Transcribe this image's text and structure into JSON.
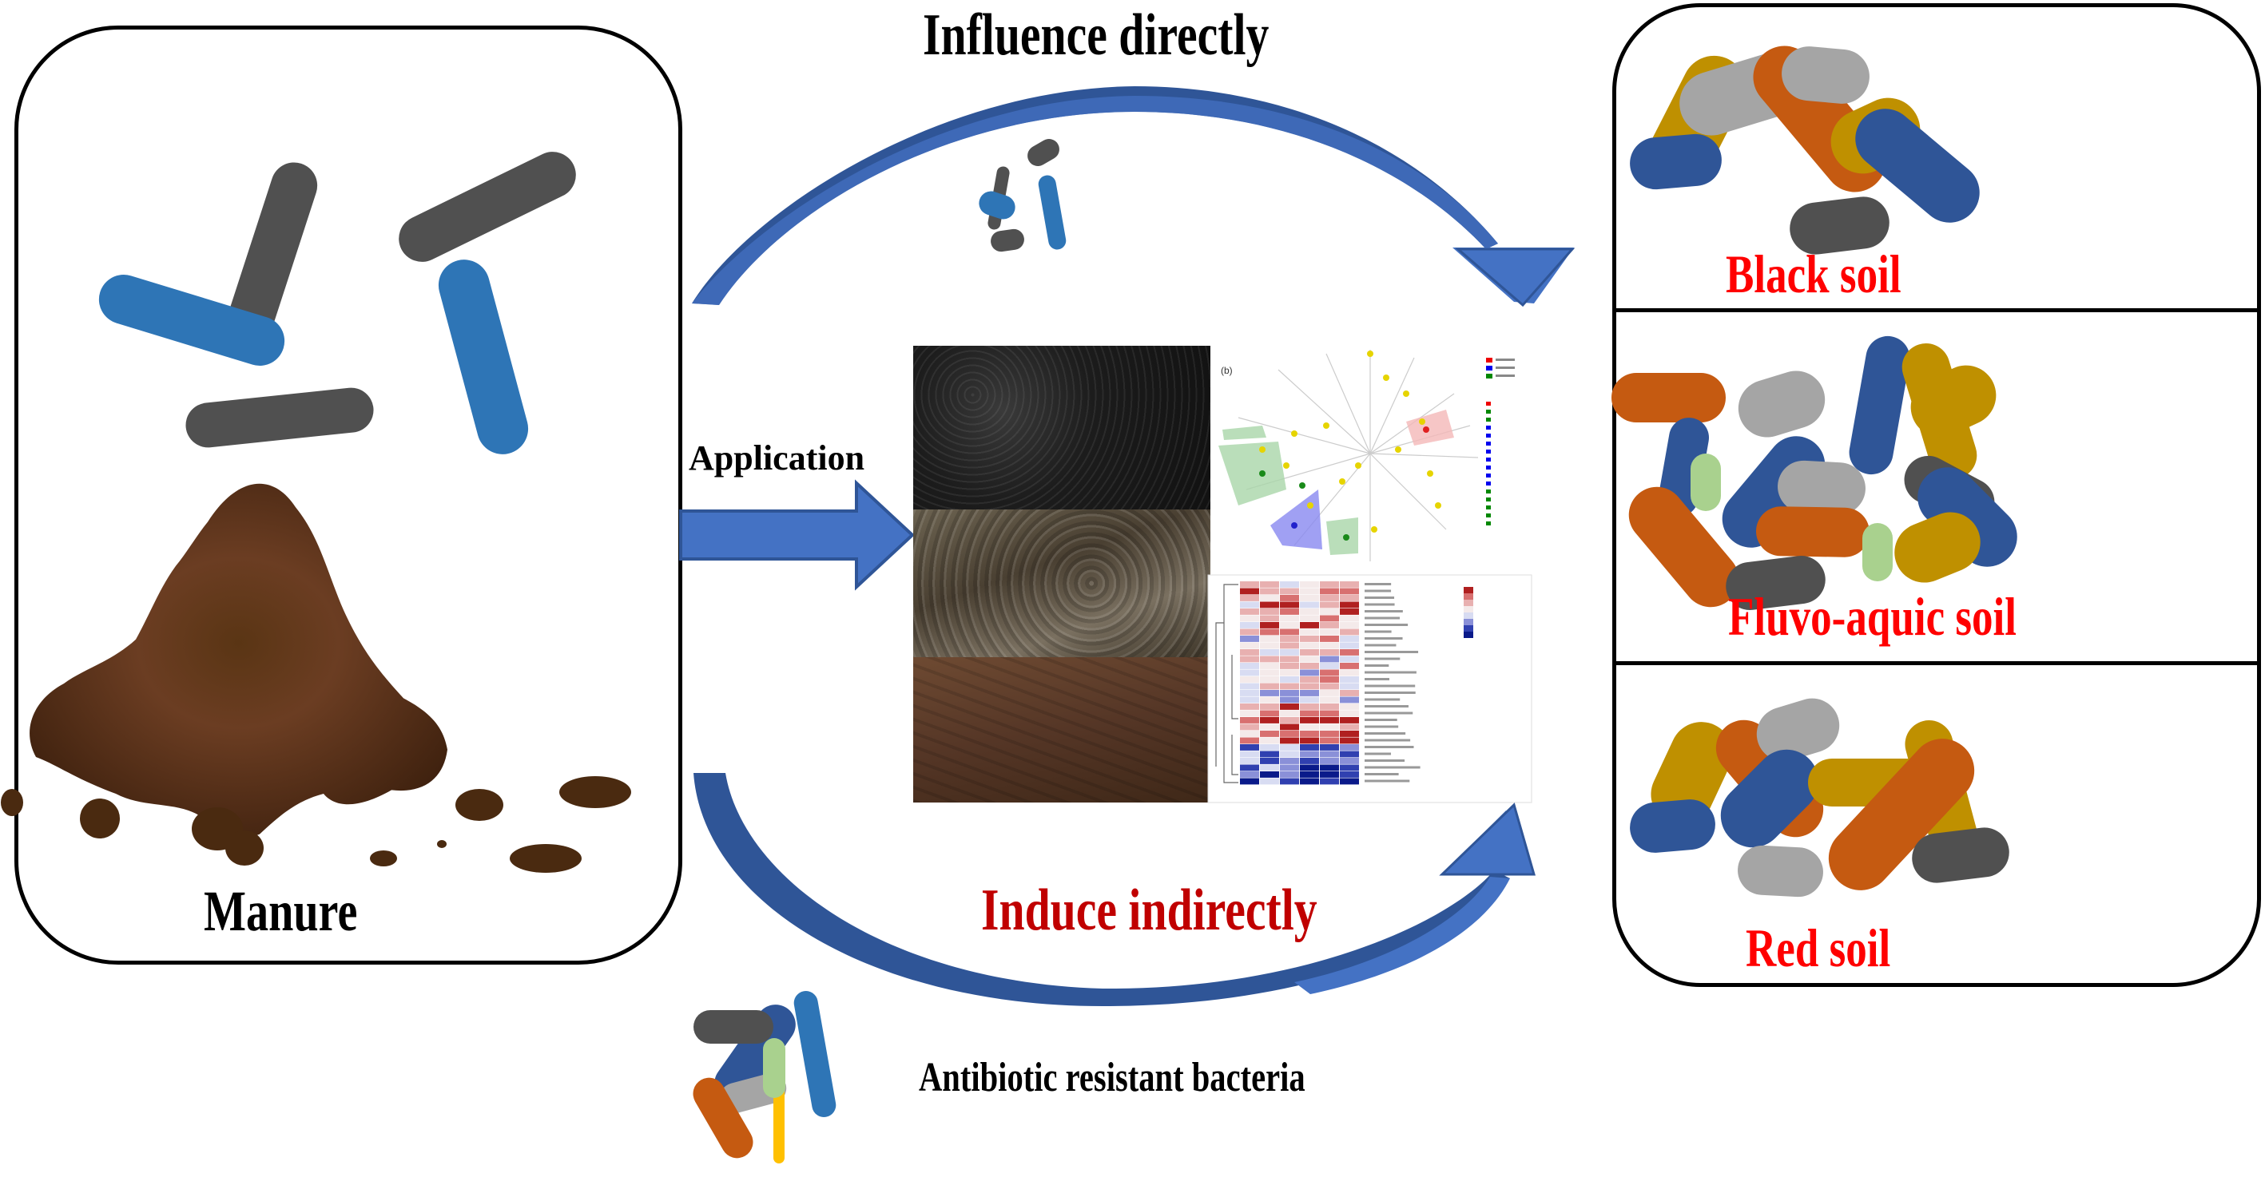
{
  "colors": {
    "arrow_blue": "#4472C4",
    "arrow_blue_dark": "#2F5597",
    "bacteria_blue": "#2E75B6",
    "bacteria_navy": "#2F5597",
    "bacteria_dark_gray": "#505050",
    "bacteria_light_gray": "#A5A5A5",
    "bacteria_orange": "#C55A11",
    "bacteria_gold": "#BF9000",
    "bacteria_yellow": "#FFC000",
    "bacteria_green": "#A9D18E",
    "manure_brown": "#4A2A15",
    "soil_label_red": "#FF0000",
    "induce_label_red": "#C00000",
    "text_black": "#000000"
  },
  "manure_panel": {
    "label": "Manure"
  },
  "top_arrow": {
    "label": "Influence directly"
  },
  "bottom_arrow": {
    "label": "Induce indirectly"
  },
  "application_arrow": {
    "label": "Application"
  },
  "soil_panels": [
    {
      "label": "Black soil"
    },
    {
      "label": "Fluvo-aquic soil"
    },
    {
      "label": "Red soil"
    }
  ],
  "legend": {
    "label": "Antibiotic resistant bacteria"
  },
  "center_images": {
    "photos": [
      "black-soil-photo",
      "fluvo-aquic-soil-photo",
      "red-soil-photo"
    ],
    "charts": [
      "cladogram",
      "heatmap"
    ]
  }
}
